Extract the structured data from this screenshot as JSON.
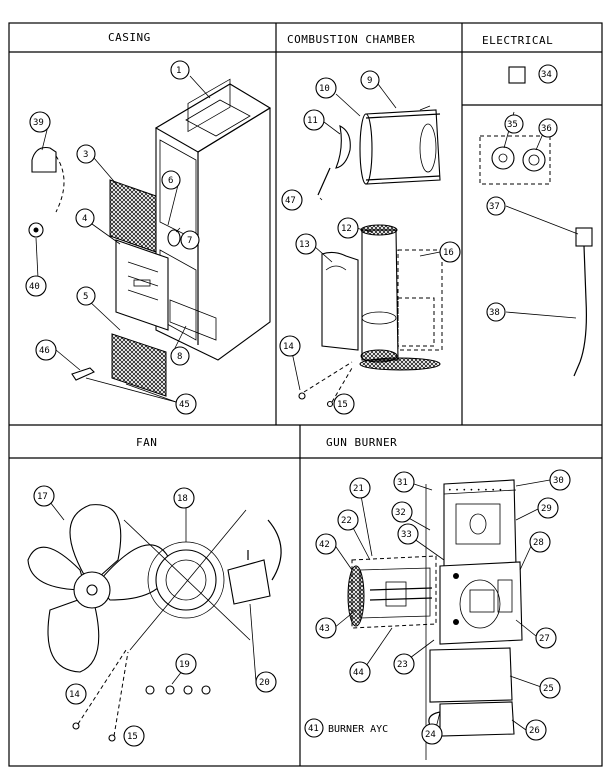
{
  "sections": {
    "casing": "CASING",
    "combustion": "COMBUSTION CHAMBER",
    "electrical": "ELECTRICAL",
    "fan": "FAN",
    "gun_burner": "GUN BURNER"
  },
  "parts": {
    "casing": [
      "1",
      "39",
      "3",
      "6",
      "4",
      "7",
      "40",
      "5",
      "46",
      "8",
      "45"
    ],
    "combustion": [
      "10",
      "9",
      "11",
      "47",
      "12",
      "13",
      "16",
      "14",
      "15"
    ],
    "electrical": [
      "34",
      "35",
      "36",
      "37",
      "38"
    ],
    "fan": [
      "17",
      "18",
      "20",
      "19",
      "14",
      "15"
    ],
    "gun_burner": [
      "31",
      "30",
      "21",
      "32",
      "29",
      "22",
      "33",
      "28",
      "42",
      "43",
      "27",
      "44",
      "23",
      "25",
      "24",
      "26"
    ]
  },
  "assembly_note": {
    "number": "41",
    "text": "BURNER AYC"
  }
}
